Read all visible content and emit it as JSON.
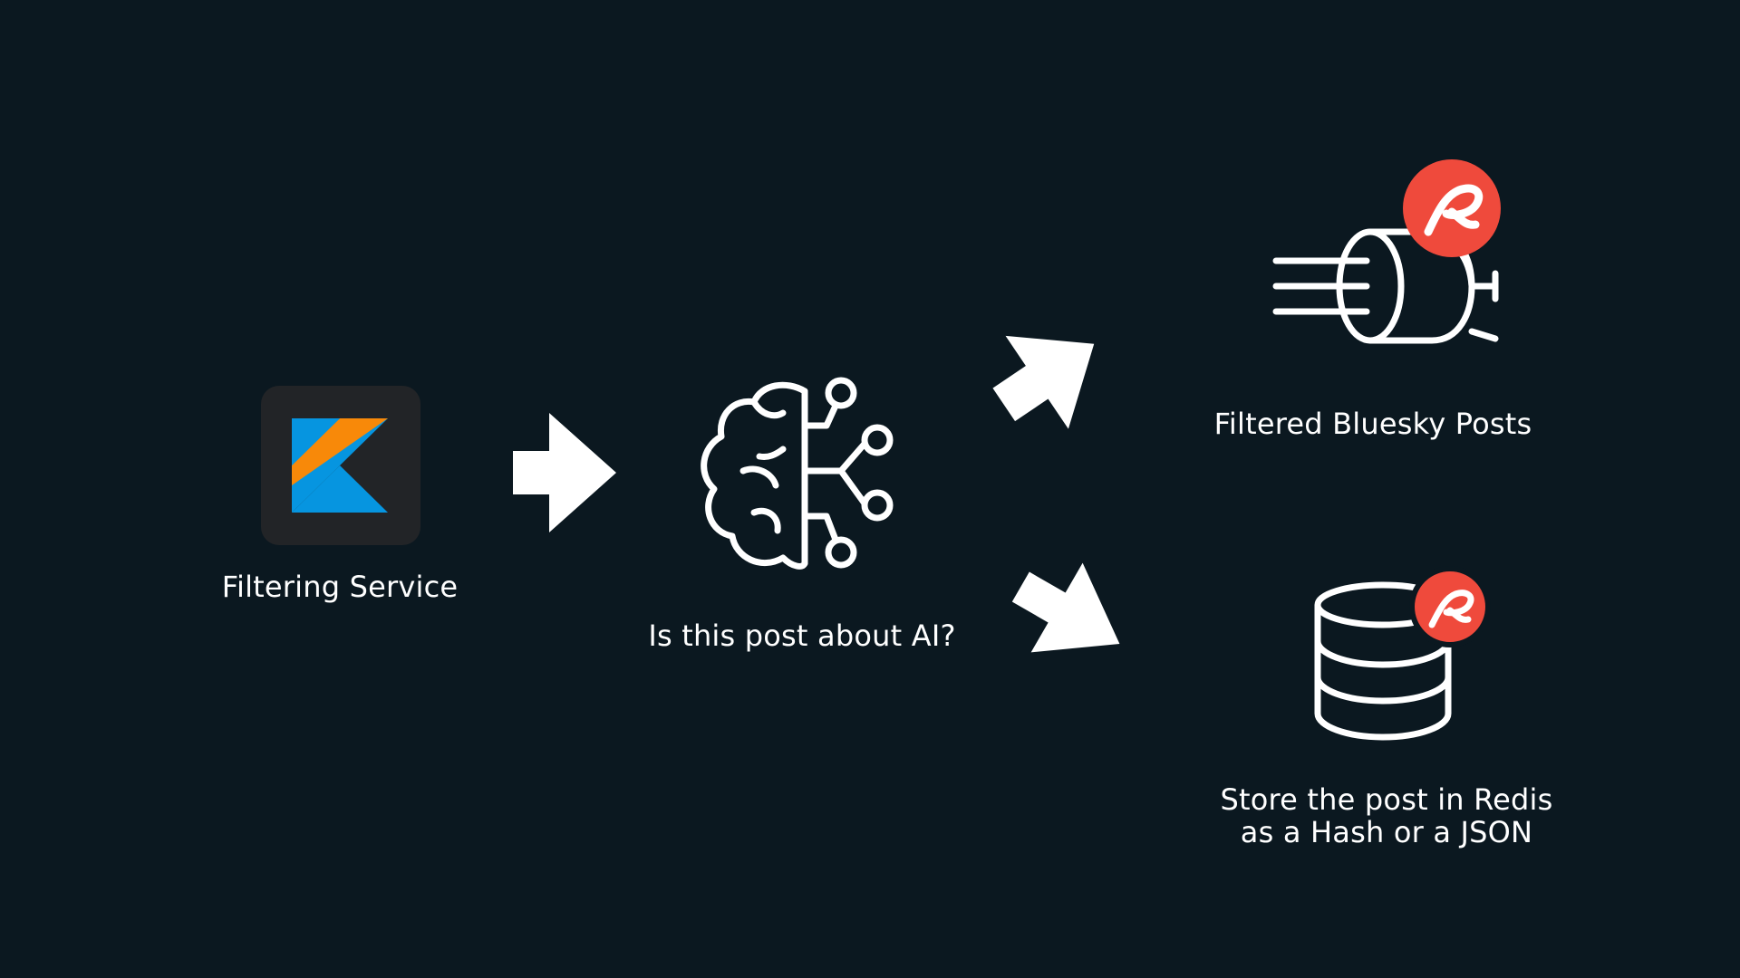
{
  "diagram": {
    "nodes": [
      {
        "id": "filtering-service",
        "label": "Filtering Service",
        "icon": "kotlin-logo-icon"
      },
      {
        "id": "ai-check",
        "label": "Is this post about AI?",
        "icon": "brain-network-icon"
      },
      {
        "id": "filtered-posts",
        "label": "Filtered Bluesky Posts",
        "icon": "redis-stream-icon"
      },
      {
        "id": "redis-store",
        "label_lines": [
          "Store the post in Redis",
          "as a Hash or a JSON"
        ],
        "icon": "redis-database-icon"
      }
    ],
    "edges": [
      {
        "from": "filtering-service",
        "to": "ai-check"
      },
      {
        "from": "ai-check",
        "to": "filtered-posts"
      },
      {
        "from": "ai-check",
        "to": "redis-store"
      }
    ]
  },
  "colors": {
    "background": "#0b1820",
    "foreground": "#ffffff",
    "kotlin_tile": "#222427",
    "kotlin_orange": "#f88909",
    "kotlin_blue": "#0695e0",
    "redis_red": "#ef4a3c"
  }
}
